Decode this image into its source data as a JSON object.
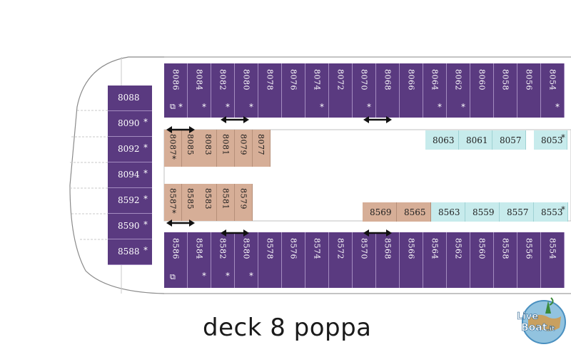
{
  "title": "deck 8 poppa",
  "logo_text": [
    "Live",
    "Boat",
    ".it"
  ],
  "colors": {
    "purple": "#5a3a80",
    "tan": "#d6ae97",
    "teal": "#c7ebec",
    "outline": "#8a8a8a"
  },
  "top_row": [
    {
      "num": "8086",
      "star": true,
      "icon": "connecting-door-icon"
    },
    {
      "num": "8084",
      "star": true
    },
    {
      "num": "8082",
      "star": true
    },
    {
      "num": "8080",
      "star": true
    },
    {
      "num": "8078",
      "star": false
    },
    {
      "num": "8076",
      "star": false
    },
    {
      "num": "8074",
      "star": true
    },
    {
      "num": "8072",
      "star": false
    },
    {
      "num": "8070",
      "star": true
    },
    {
      "num": "8068",
      "star": false
    },
    {
      "num": "8066",
      "star": false
    },
    {
      "num": "8064",
      "star": true
    },
    {
      "num": "8062",
      "star": true
    },
    {
      "num": "8060",
      "star": false
    },
    {
      "num": "8058",
      "star": false
    },
    {
      "num": "8056",
      "star": false
    },
    {
      "num": "8054",
      "star": true
    }
  ],
  "bottom_row": [
    {
      "num": "8586",
      "star": false,
      "icon": "connecting-door-icon"
    },
    {
      "num": "8584",
      "star": true
    },
    {
      "num": "8582",
      "star": true
    },
    {
      "num": "8580",
      "star": true
    },
    {
      "num": "8578",
      "star": false
    },
    {
      "num": "8576",
      "star": false
    },
    {
      "num": "8574",
      "star": false
    },
    {
      "num": "8572",
      "star": false
    },
    {
      "num": "8570",
      "star": false
    },
    {
      "num": "8568",
      "star": false
    },
    {
      "num": "8566",
      "star": false
    },
    {
      "num": "8564",
      "star": false
    },
    {
      "num": "8562",
      "star": false
    },
    {
      "num": "8560",
      "star": false
    },
    {
      "num": "8558",
      "star": false
    },
    {
      "num": "8556",
      "star": false
    },
    {
      "num": "8554",
      "star": false
    }
  ],
  "left_column": [
    {
      "num": "8088",
      "star": false
    },
    {
      "num": "8090",
      "star": true
    },
    {
      "num": "8092",
      "star": true
    },
    {
      "num": "8094",
      "star": true
    },
    {
      "num": "8592",
      "star": true
    },
    {
      "num": "8590",
      "star": true
    },
    {
      "num": "8588",
      "star": true
    }
  ],
  "upper_inner_tan": [
    {
      "num": "8087",
      "star": true
    },
    {
      "num": "8085",
      "star": false
    },
    {
      "num": "8083",
      "star": false
    },
    {
      "num": "8081",
      "star": false
    },
    {
      "num": "8079",
      "star": false
    },
    {
      "num": "8077",
      "star": false
    }
  ],
  "lower_inner_tan": [
    {
      "num": "8587",
      "star": true
    },
    {
      "num": "8585",
      "star": false
    },
    {
      "num": "8583",
      "star": false
    },
    {
      "num": "8581",
      "star": false
    },
    {
      "num": "8579",
      "star": false
    }
  ],
  "upper_inner_teal": [
    {
      "num": "8063",
      "star": false
    },
    {
      "num": "8061",
      "star": false
    },
    {
      "num": "8057",
      "star": false
    },
    {
      "num": "8053",
      "star": true
    }
  ],
  "lower_inner_tan_right": [
    {
      "num": "8569",
      "star": false
    },
    {
      "num": "8565",
      "star": false
    }
  ],
  "lower_inner_teal": [
    {
      "num": "8563",
      "star": false
    },
    {
      "num": "8559",
      "star": false
    },
    {
      "num": "8557",
      "star": false
    },
    {
      "num": "8553",
      "star": true
    }
  ],
  "connection_arrows": 6
}
